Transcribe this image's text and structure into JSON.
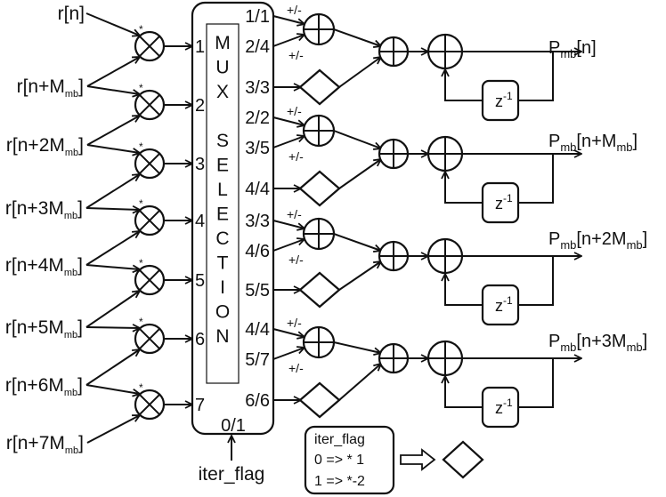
{
  "diagram": {
    "inputs": [
      {
        "base": "r[n",
        "sub": "",
        "close": "]"
      },
      {
        "base": "r[n+M",
        "sub": "mb",
        "close": "]"
      },
      {
        "base": "r[n+2M",
        "sub": "mb",
        "close": "]"
      },
      {
        "base": "r[n+3M",
        "sub": "mb",
        "close": "]"
      },
      {
        "base": "r[n+4M",
        "sub": "mb",
        "close": "]"
      },
      {
        "base": "r[n+5M",
        "sub": "mb",
        "close": "]"
      },
      {
        "base": "r[n+6M",
        "sub": "mb",
        "close": "]"
      },
      {
        "base": "r[n+7M",
        "sub": "mb",
        "close": "]"
      }
    ],
    "conjugate_mark": "*",
    "mux_input_labels": [
      "1",
      "2",
      "3",
      "4",
      "5",
      "6",
      "7"
    ],
    "mux_title_letters": [
      "M",
      "U",
      "X",
      "",
      "S",
      "E",
      "L",
      "E",
      "C",
      "T",
      "I",
      "O",
      "N"
    ],
    "mux_output_labels": [
      "1/1",
      "2/4",
      "3/3",
      "2/2",
      "3/5",
      "4/4",
      "3/3",
      "4/6",
      "5/5",
      "4/4",
      "5/7",
      "6/6"
    ],
    "mux_control_label": "0/1",
    "control_signal": "iter_flag",
    "sign_label": "+/-",
    "delay_label": "z",
    "delay_exp": "-1",
    "outputs": [
      {
        "base": "P",
        "sub1": "mb",
        "mid": "[n",
        "sub2": "",
        "close": "]"
      },
      {
        "base": "P",
        "sub1": "mb",
        "mid": "[n+M",
        "sub2": "mb",
        "close": "]"
      },
      {
        "base": "P",
        "sub1": "mb",
        "mid": "[n+2M",
        "sub2": "mb",
        "close": "]"
      },
      {
        "base": "P",
        "sub1": "mb",
        "mid": "[n+3M",
        "sub2": "mb",
        "close": "]"
      }
    ],
    "legend": {
      "title": "iter_flag",
      "line1": "0 => * 1",
      "line2": "1 => *-2"
    }
  }
}
